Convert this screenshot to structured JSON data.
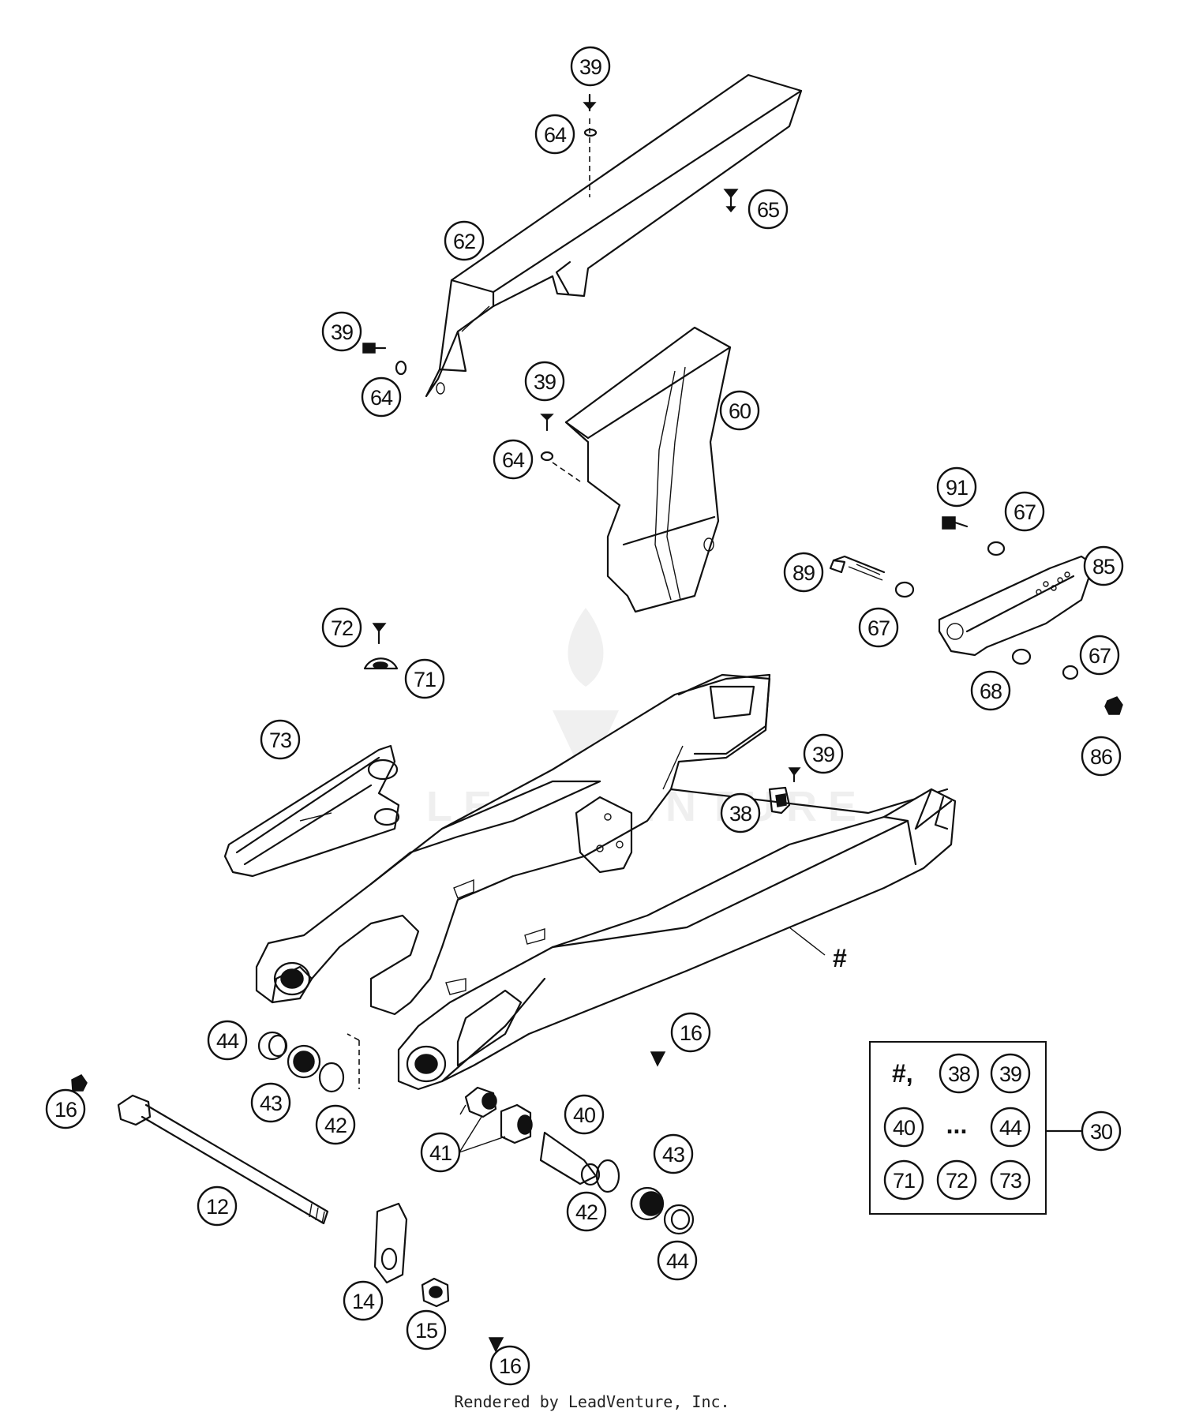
{
  "callouts": {
    "c39_top": "39",
    "c64_top": "64",
    "c65": "65",
    "c62": "62",
    "c39_left": "39",
    "c64_left": "64",
    "c39_mid": "39",
    "c64_mid": "64",
    "c60": "60",
    "c91": "91",
    "c67_top": "67",
    "c89": "89",
    "c85": "85",
    "c67_mid": "67",
    "c67_right": "67",
    "c68": "68",
    "c86": "86",
    "c72": "72",
    "c71": "71",
    "c73": "73",
    "c39_clip": "39",
    "c38": "38",
    "c44_left": "44",
    "c43_left": "43",
    "c42_left": "42",
    "c16_left": "16",
    "c16_mid": "16",
    "c16_bottom": "16",
    "c12": "12",
    "c41": "41",
    "c40": "40",
    "c42_right": "42",
    "c43_right": "43",
    "c44_right": "44",
    "c14": "14",
    "c15": "15",
    "c30": "30"
  },
  "swingarm_marker": "#",
  "kit_box": {
    "hash_label": "#,",
    "ellipsis": "...",
    "items": [
      "38",
      "39",
      "40",
      "44",
      "71",
      "72",
      "73"
    ]
  },
  "watermark_text": "LEADVENTURE",
  "footer_text": "Rendered by LeadVenture, Inc."
}
